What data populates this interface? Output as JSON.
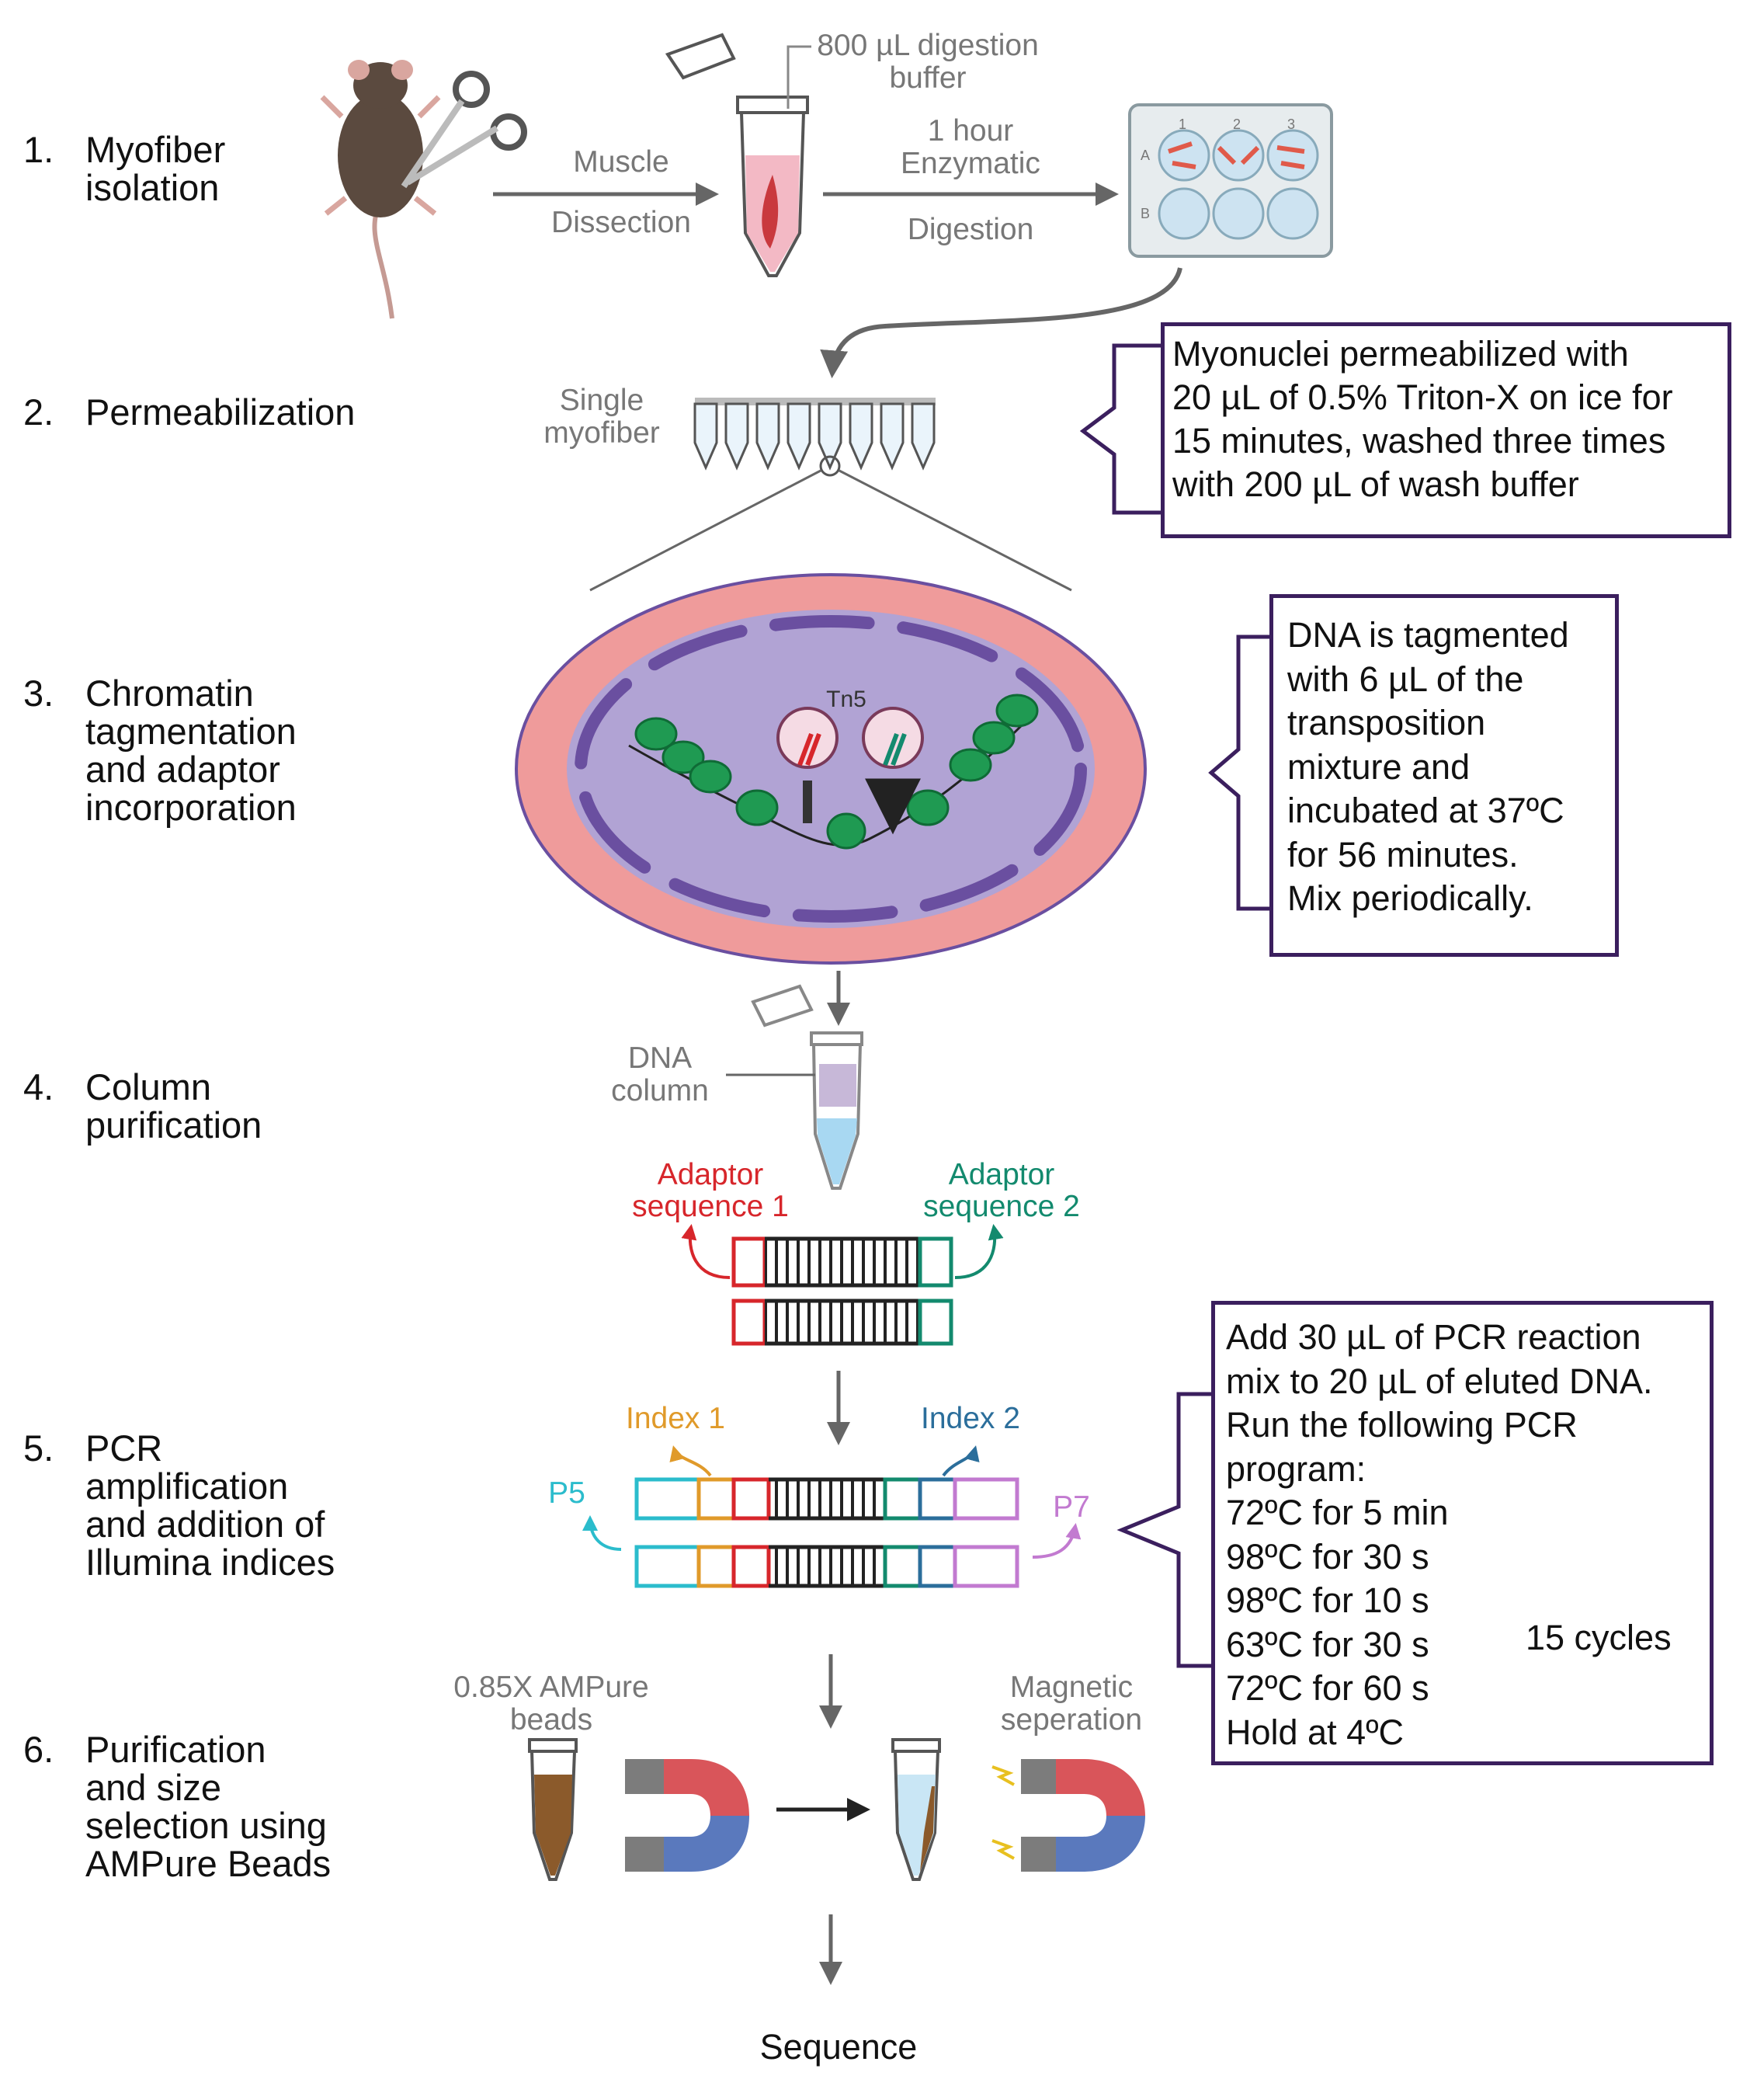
{
  "steps": [
    {
      "num": "1.",
      "text": "Myofiber\nisolation"
    },
    {
      "num": "2.",
      "text": "Permeabilization"
    },
    {
      "num": "3.",
      "text": "Chromatin\ntagmentation\nand adaptor\nincorporation"
    },
    {
      "num": "4.",
      "text": "Column\npurification"
    },
    {
      "num": "5.",
      "text": "PCR\namplification\nand addition of\nIllumina indices"
    },
    {
      "num": "6.",
      "text": "Purification\nand size\nselection using\nAMPure Beads"
    }
  ],
  "labels": {
    "digestion_buffer": "800 µL digestion\nbuffer",
    "muscle": "Muscle",
    "dissection": "Dissection",
    "enzymatic": "1 hour\nEnzymatic",
    "digestion": "Digestion",
    "plate_cols": [
      "1",
      "2",
      "3"
    ],
    "plate_rows": [
      "A",
      "B"
    ],
    "single_myofiber": "Single\nmyofiber",
    "tn5": "Tn5",
    "dna_column": "DNA\ncolumn",
    "adaptor1": "Adaptor\nsequence 1",
    "adaptor2": "Adaptor\nsequence 2",
    "index1": "Index 1",
    "index2": "Index 2",
    "p5": "P5",
    "p7": "P7",
    "ampure": "0.85X AMPure\nbeads",
    "magnetic": "Magnetic\nseperation",
    "sequence": "Sequence"
  },
  "boxes": {
    "permeabilization": "Myonuclei permeabilized with\n20 µL of 0.5% Triton-X on ice for\n15 minutes, washed three times\nwith 200 µL of wash buffer",
    "tagmentation": "DNA is tagmented\nwith 6 µL of the\ntransposition\nmixture and\nincubated at 37ºC\nfor 56 minutes.\nMix periodically.",
    "pcr": "Add 30 µL of PCR reaction\nmix to 20 µL of eluted DNA.\nRun the following PCR\nprogram:\n72ºC for 5 min\n98ºC for 30 s\n98ºC for 10 s\n63ºC for 30 s\n72ºC for 60 s\nHold at 4ºC",
    "cycles": "15 cycles"
  },
  "colors": {
    "box_border": "#3b1f5e",
    "adaptor1": "#d7262b",
    "adaptor2": "#138a6e",
    "index1": "#e09a2a",
    "index2": "#2b6e9b",
    "p5": "#2bbccc",
    "p7": "#c27ad0",
    "nucleus": "#b1a3d4",
    "cytoplasm": "#ef9b9b",
    "membrane": "#6a4fa0",
    "nucleosome": "#1f9a52"
  }
}
